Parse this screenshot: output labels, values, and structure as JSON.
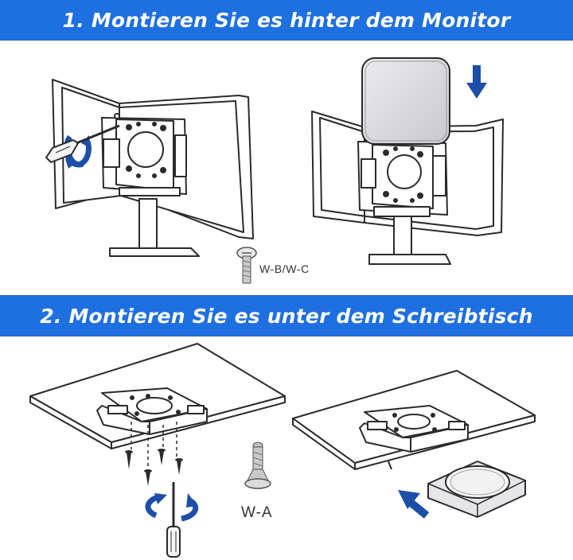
{
  "sections": [
    {
      "title": "1. Montieren Sie es hinter dem Monitor"
    },
    {
      "title": "2. Montieren Sie es unter dem Schreibtisch"
    }
  ],
  "labels": {
    "screw_wbwc": "W-B/W-C",
    "screw_wa": "W-A"
  },
  "colors": {
    "banner": "#1e6fe0",
    "arrow": "#1c4fa8",
    "line": "#2b2b2b",
    "device": "#d8d8dc"
  },
  "icons": {
    "step1_left": "screwdriver-icon",
    "step1_right": "down-arrow-icon",
    "step2_left": "rotate-arrow-icon",
    "step2_right": "diagonal-arrow-icon"
  }
}
